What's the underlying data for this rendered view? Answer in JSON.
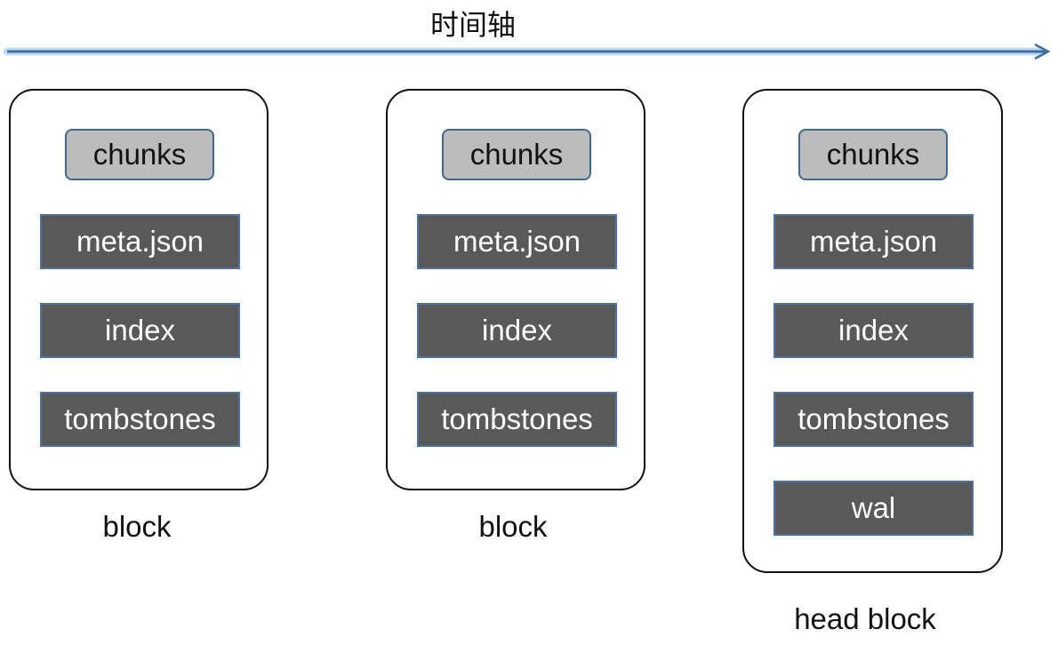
{
  "timeline": {
    "label": "时间轴",
    "color": "#3f6f9c",
    "glow": "#a9ccf0"
  },
  "blocks": [
    {
      "caption": "block",
      "items": {
        "chunks": "chunks",
        "meta": "meta.json",
        "index": "index",
        "tombstones": "tombstones"
      }
    },
    {
      "caption": "block",
      "items": {
        "chunks": "chunks",
        "meta": "meta.json",
        "index": "index",
        "tombstones": "tombstones"
      }
    },
    {
      "caption": "head block",
      "items": {
        "chunks": "chunks",
        "meta": "meta.json",
        "index": "index",
        "tombstones": "tombstones",
        "wal": "wal"
      }
    }
  ],
  "colors": {
    "chunks_fill": "#bcbcbc",
    "file_fill": "#595959",
    "file_border": "#4774a3"
  }
}
